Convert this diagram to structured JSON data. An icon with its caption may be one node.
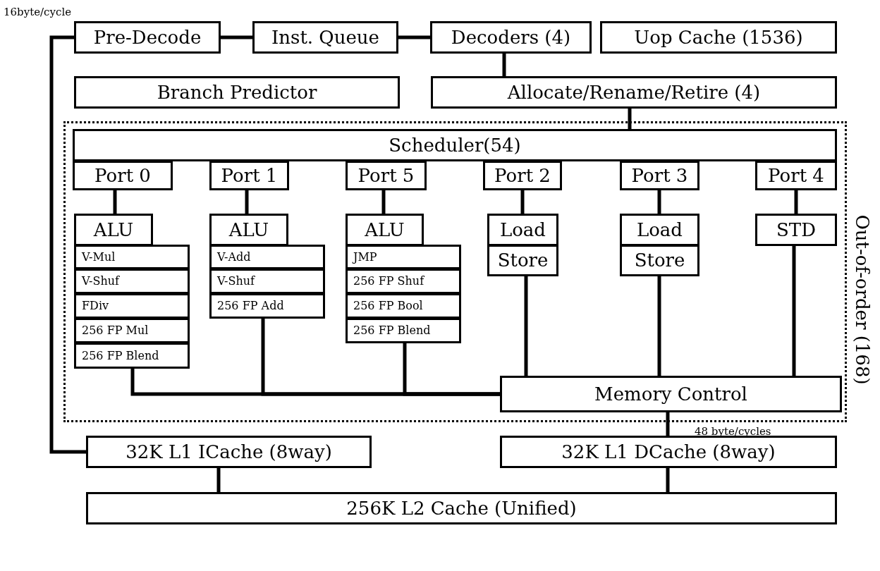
{
  "diagram": {
    "nodes": [
      {
        "text": [
          "Pre-Decode"
        ]
      },
      {
        "text": [
          "Inst. Queue"
        ]
      },
      {
        "text": [
          "Decoders (4)"
        ]
      },
      {
        "text": [
          "Uop Cache (1536)"
        ]
      },
      {
        "text": [
          "Branch Predictor"
        ]
      },
      {
        "text": [
          "Allocate/Rename/Retire (4)"
        ]
      },
      {
        "text": [
          "Out-of-order (168)"
        ]
      },
      {
        "text": [
          "Scheduler(54)"
        ],
        "in": 6
      },
      {
        "text": [
          "Port 0"
        ],
        "in": 6
      },
      {
        "text": [
          "Port 1"
        ],
        "in": 6
      },
      {
        "text": [
          "Port 5"
        ],
        "in": 6
      },
      {
        "text": [
          "Port 2"
        ],
        "in": 6
      },
      {
        "text": [
          "Port 3"
        ],
        "in": 6
      },
      {
        "text": [
          "Port 4"
        ],
        "in": 6
      },
      {
        "text": [
          "ALU"
        ],
        "in": 6
      },
      {
        "text": [
          "V-Mul"
        ],
        "in": 6
      },
      {
        "text": [
          "V-Shuf"
        ],
        "in": 6
      },
      {
        "text": [
          "FDiv"
        ],
        "in": 6
      },
      {
        "text": [
          "256 FP Mul"
        ],
        "in": 6
      },
      {
        "text": [
          "256 FP Blend"
        ],
        "in": 6
      },
      {
        "text": [
          "ALU"
        ],
        "in": 6
      },
      {
        "text": [
          "V-Add"
        ],
        "in": 6
      },
      {
        "text": [
          "V-Shuf"
        ],
        "in": 6
      },
      {
        "text": [
          "256 FP Add"
        ],
        "in": 6
      },
      {
        "text": [
          "ALU"
        ],
        "in": 6
      },
      {
        "text": [
          "JMP"
        ],
        "in": 6
      },
      {
        "text": [
          "256 FP Shuf"
        ],
        "in": 6
      },
      {
        "text": [
          "256 FP Bool"
        ],
        "in": 6
      },
      {
        "text": [
          "256 FP Blend"
        ],
        "in": 6
      },
      {
        "text": [
          "Load"
        ],
        "in": 6
      },
      {
        "text": [
          "Store"
        ],
        "in": 6
      },
      {
        "text": [
          "Load"
        ],
        "in": 6
      },
      {
        "text": [
          "Store"
        ],
        "in": 6
      },
      {
        "text": [
          "STD"
        ],
        "in": 6
      },
      {
        "text": [
          "Memory Control"
        ],
        "in": 6
      },
      {
        "text": [
          "32K L1 ICache (8way)"
        ]
      },
      {
        "text": [
          "32K L1 DCache (8way)"
        ]
      },
      {
        "text": [
          "256K L2 Cache (Unified)"
        ]
      }
    ],
    "edges": [
      {
        "from": 0,
        "to": 1,
        "arrow": "none"
      },
      {
        "from": 1,
        "to": 2,
        "arrow": "none"
      },
      {
        "from": 2,
        "to": 5,
        "arrow": "none"
      },
      {
        "from": 5,
        "to": 7,
        "arrow": "none"
      },
      {
        "from": 8,
        "to": 14,
        "arrow": "none"
      },
      {
        "from": 9,
        "to": 20,
        "arrow": "none"
      },
      {
        "from": 10,
        "to": 24,
        "arrow": "none"
      },
      {
        "from": 11,
        "to": 29,
        "arrow": "none"
      },
      {
        "from": 12,
        "to": 31,
        "arrow": "none"
      },
      {
        "from": 13,
        "to": 33,
        "arrow": "none"
      },
      {
        "from": 19,
        "to": 34,
        "arrow": "none"
      },
      {
        "from": 23,
        "to": 34,
        "arrow": "none"
      },
      {
        "from": 28,
        "to": 34,
        "arrow": "none"
      },
      {
        "from": 30,
        "to": 34,
        "arrow": "none"
      },
      {
        "from": 32,
        "to": 34,
        "arrow": "none"
      },
      {
        "from": 33,
        "to": 34,
        "arrow": "none"
      },
      {
        "from": 34,
        "to": 36,
        "arrow": "none"
      },
      {
        "from": 35,
        "to": 0,
        "arrow": "none"
      },
      {
        "from": 35,
        "to": 37,
        "arrow": "none"
      },
      {
        "from": 36,
        "to": 37,
        "arrow": "none"
      }
    ],
    "labels": [
      "16byte/cycle",
      "48 byte/cycles"
    ]
  }
}
